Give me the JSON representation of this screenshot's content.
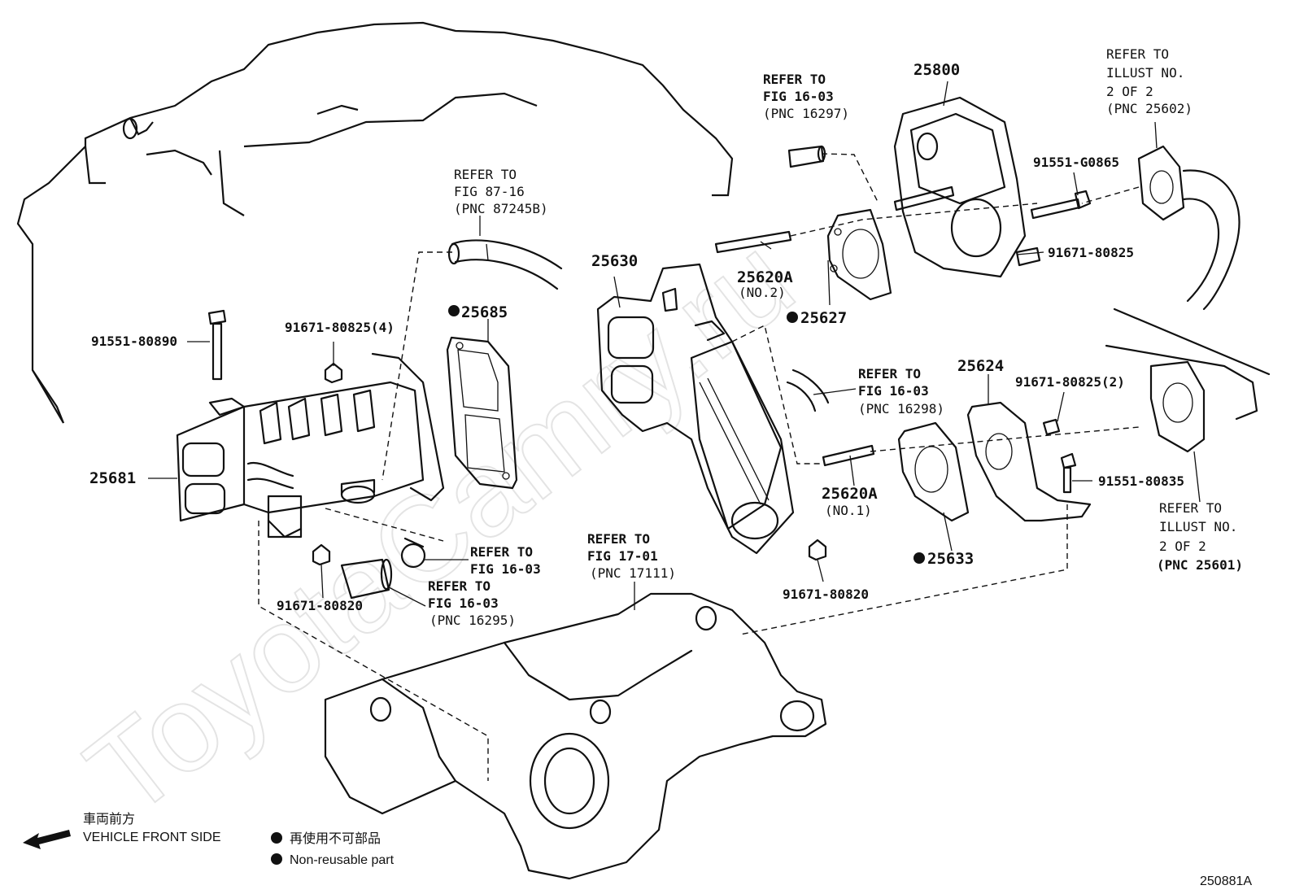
{
  "watermark": "ToyotaCamry.ru",
  "figure_id": "250881A",
  "parts": {
    "p25800": "25800",
    "p25630": "25630",
    "p25685": "25685",
    "p25681": "25681",
    "p25620a_no2": "25620A",
    "p25620a_no2_sub": "(NO.2)",
    "p25620a_no1": "25620A",
    "p25620a_no1_sub": "(NO.1)",
    "p25627": "25627",
    "p25624": "25624",
    "p25633": "25633",
    "b91551_80890": "91551-80890",
    "b91671_80825_4": "91671-80825(4)",
    "b91671_80820_left": "91671-80820",
    "b91671_80820_mid": "91671-80820",
    "b91551_g0865": "91551-G0865",
    "b91671_80825_top": "91671-80825",
    "b91671_80825_2": "91671-80825(2)",
    "b91551_80835": "91551-80835"
  },
  "refs": {
    "r87": [
      "REFER TO",
      "FIG 87-16",
      "(PNC 87245B)"
    ],
    "r16297": [
      "REFER TO",
      "FIG 16-03",
      "(PNC 16297)"
    ],
    "r25602": [
      "REFER TO",
      "ILLUST NO.",
      "2 OF 2",
      "(PNC 25602)"
    ],
    "r16298": [
      "REFER TO",
      "FIG 16-03",
      "(PNC 16298)"
    ],
    "r25601": [
      "REFER TO",
      "ILLUST NO.",
      "2 OF 2",
      "(PNC 25601)"
    ],
    "r17111": [
      "REFER TO",
      "FIG 17-01",
      "(PNC 17111)"
    ],
    "r1603a": [
      "REFER TO",
      "FIG 16-03"
    ],
    "r16295": [
      "REFER TO",
      "FIG 16-03",
      "(PNC 16295)"
    ]
  },
  "legend": {
    "front_jp": "車両前方",
    "front_en": "VEHICLE FRONT SIDE",
    "nonreuse_jp": "再使用不可部品",
    "nonreuse_en": "Non-reusable part"
  }
}
